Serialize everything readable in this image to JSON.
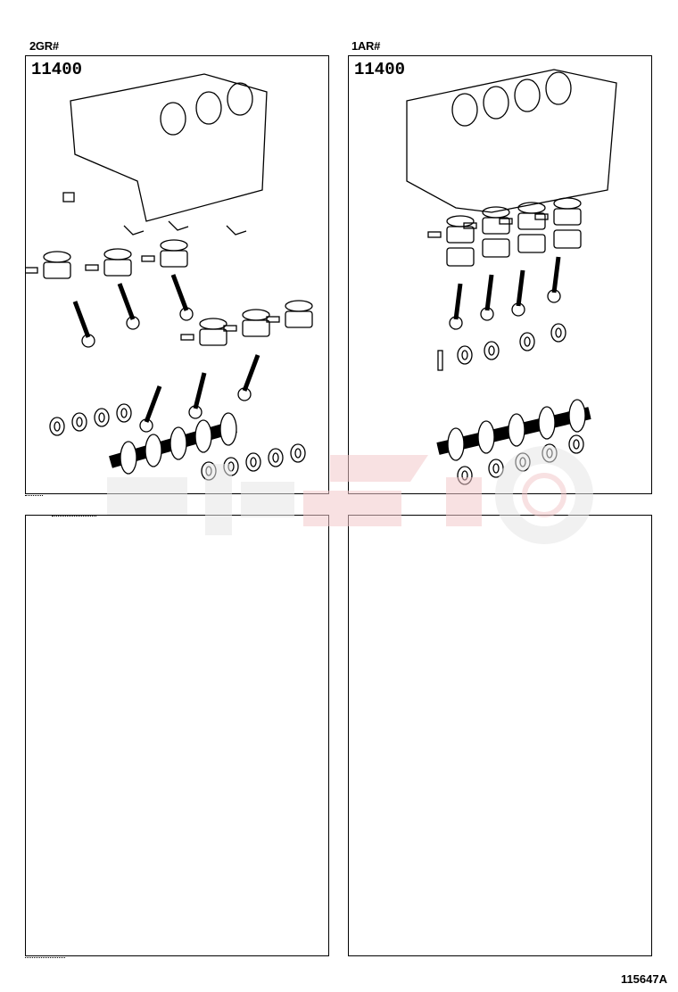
{
  "panels": [
    {
      "engine": "2GR#",
      "part_number": "11400"
    },
    {
      "engine": "1AR#",
      "part_number": "11400"
    },
    {
      "engine": "",
      "part_number": ""
    },
    {
      "engine": "",
      "part_number": ""
    }
  ],
  "footer": {
    "illustration_id": "115647A"
  },
  "colors": {
    "line": "#000000",
    "watermark_gray": "#e6e6e6",
    "watermark_red": "#f3c9cc"
  }
}
